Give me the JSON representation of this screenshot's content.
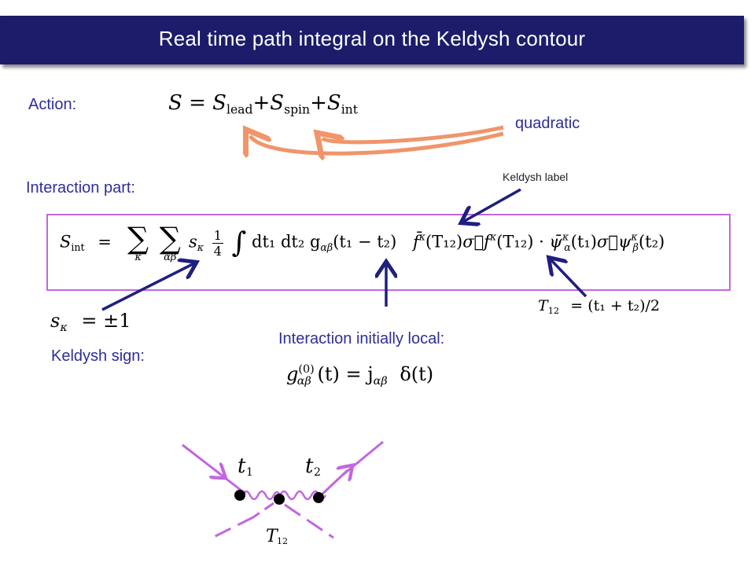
{
  "slide": {
    "title": "Real time path integral on the Keldysh contour"
  },
  "labels": {
    "action": "Action:",
    "quadratic": "quadratic",
    "keldysh_label": "Keldysh label",
    "interaction_part": "Interaction part:",
    "keldysh_sign": "Keldysh sign:",
    "interaction_local": "Interaction initially local:"
  },
  "equations": {
    "action": {
      "lhs": "S",
      "lead_sub": "lead",
      "spin_sub": "spin",
      "int_sub": "int"
    },
    "interaction": {
      "lhs_sub": "int",
      "sum_kappa": "κ",
      "sum_ab": "αβ",
      "s_kappa": "s",
      "frac_num": "1",
      "frac_den": "4",
      "integrand": "dt₁ dt₂ g",
      "g_sub": "αβ",
      "g_args": "(t₁ − t₂)",
      "fbar": "f̄",
      "t12": "(T₁₂)",
      "sigma": "σ⃗",
      "f": "f",
      "psibar": "ψ̄",
      "psi": "ψ",
      "alpha": "α",
      "beta": "β",
      "t1": "(t₁)",
      "t2": "(t₂)"
    },
    "t12_def": {
      "lhs": "T",
      "lhs_sub": "12",
      "rhs": "= (t₁ + t₂)/2"
    },
    "keldysh_sign": {
      "lhs": "s",
      "lhs_sub": "κ",
      "rhs": "= ±1"
    },
    "local": {
      "g": "g",
      "sup": "(0)",
      "sub": "αβ",
      "mid": "(t) = j",
      "j_sub": "αβ",
      "delta": "δ(t)"
    }
  },
  "diagram": {
    "t1": "t",
    "t1_sub": "1",
    "t2": "t",
    "t2_sub": "2",
    "t12": "T",
    "t12_sub": "12"
  },
  "colors": {
    "title_bg": "#1c1c6b",
    "label_blue": "#2e2e9a",
    "arrow_orange": "#f0956a",
    "arrow_navy": "#1f1f80",
    "violet": "#c266e0"
  }
}
